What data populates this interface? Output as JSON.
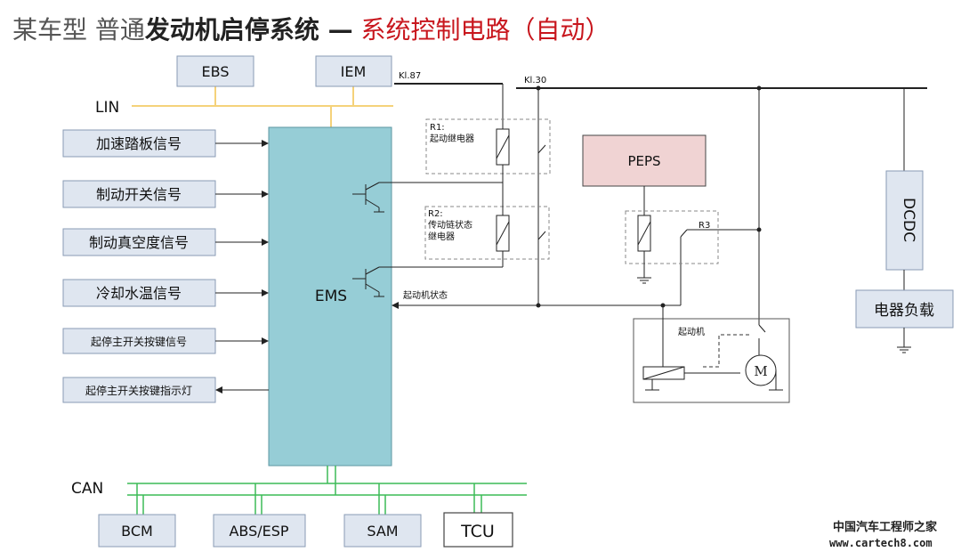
{
  "title": {
    "part1": "某车型  普通",
    "part2": "发动机启停系统 —",
    "part3": " 系统控制电路（自动）"
  },
  "bus": {
    "lin": "LIN",
    "can": "CAN"
  },
  "top_modules": [
    "EBS",
    "IEM"
  ],
  "inputs": [
    "加速踏板信号",
    "制动开关信号",
    "制动真空度信号",
    "冷却水温信号",
    "起停主开关按键信号"
  ],
  "output": "起停主开关按键指示灯",
  "ems": "EMS",
  "can_modules": [
    "BCM",
    "ABS/ESP",
    "SAM",
    "TCU"
  ],
  "terminals": {
    "kl87": "Kl.87",
    "kl30": "Kl.30"
  },
  "relays": {
    "r1": {
      "label": "R1:",
      "desc": "起动继电器"
    },
    "r2": {
      "label": "R2:",
      "desc1": "传动链状态",
      "desc2": "继电器"
    },
    "r3": {
      "label": "R3"
    }
  },
  "peps": "PEPS",
  "dcdc": "DCDC",
  "load": "电器负载",
  "starter_status": "起动机状态",
  "starter": "起动机",
  "motor": "M",
  "watermark": {
    "line1": "中国汽车工程师之家",
    "line2": "www.cartech8.com"
  },
  "colors": {
    "lin": "#f5d27a",
    "can": "#3cbb57",
    "ems_fill": "#96cdd6",
    "peps_fill": "#f0d3d3",
    "title_red": "#c8161d",
    "box_fill": "#dfe6f0"
  }
}
